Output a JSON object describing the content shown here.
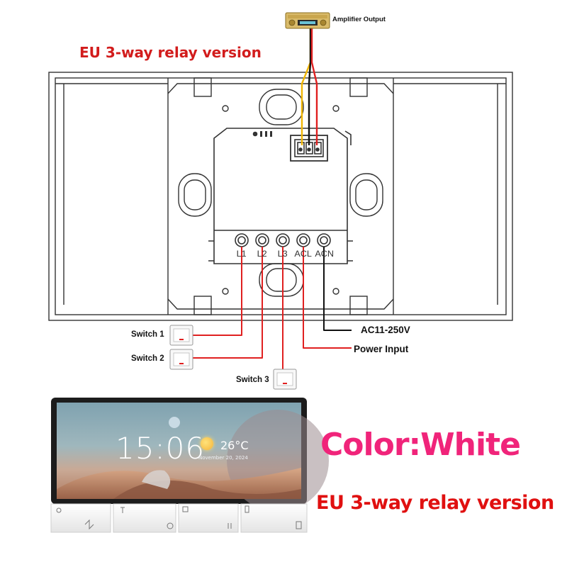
{
  "title": "EU 3-way relay version",
  "amplifier_label": "Amplifier Output",
  "terminals": [
    "L1",
    "L2",
    "L3",
    "ACL",
    "ACN"
  ],
  "switches": [
    "Switch 1",
    "Switch 2",
    "Switch 3"
  ],
  "voltage_label": "AC11-250V",
  "power_label": "Power Input",
  "device": {
    "time": "15:06",
    "temperature": "26°C",
    "date": "November 20, 2024"
  },
  "color_label": "Color:White",
  "bottom_title": "EU 3-way relay version",
  "colors": {
    "title_red": "#d21c1c",
    "color_pink": "#f0247a",
    "wire_red": "#e02020",
    "wire_black": "#111111",
    "wire_yellow": "#f2b705"
  }
}
